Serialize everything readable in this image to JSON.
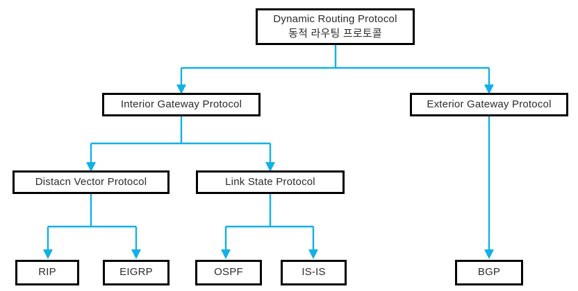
{
  "diagram": {
    "title_node": {
      "line1": "Dynamic Routing Protocol",
      "line2": "동적 라우팅 프로토콜"
    },
    "nodes": {
      "igp": "Interior Gateway Protocol",
      "egp": "Exterior Gateway Protocol",
      "distance_vector": "Distacn Vector Protocol",
      "link_state": "Link State Protocol",
      "rip": "RIP",
      "eigrp": "EIGRP",
      "ospf": "OSPF",
      "isis": "IS-IS",
      "bgp": "BGP"
    },
    "colors": {
      "connector": "#11b0e6",
      "node_border": "#000000",
      "node_background": "#ffffff",
      "text": "#2b2b2b",
      "page_background": "#ffffff"
    },
    "structure": {
      "root": "Dynamic Routing Protocol / 동적 라우팅 프로토콜",
      "children": [
        {
          "name": "Interior Gateway Protocol",
          "children": [
            {
              "name": "Distacn Vector Protocol",
              "children": [
                "RIP",
                "EIGRP"
              ]
            },
            {
              "name": "Link State Protocol",
              "children": [
                "OSPF",
                "IS-IS"
              ]
            }
          ]
        },
        {
          "name": "Exterior Gateway Protocol",
          "children": [
            "BGP"
          ]
        }
      ]
    }
  }
}
